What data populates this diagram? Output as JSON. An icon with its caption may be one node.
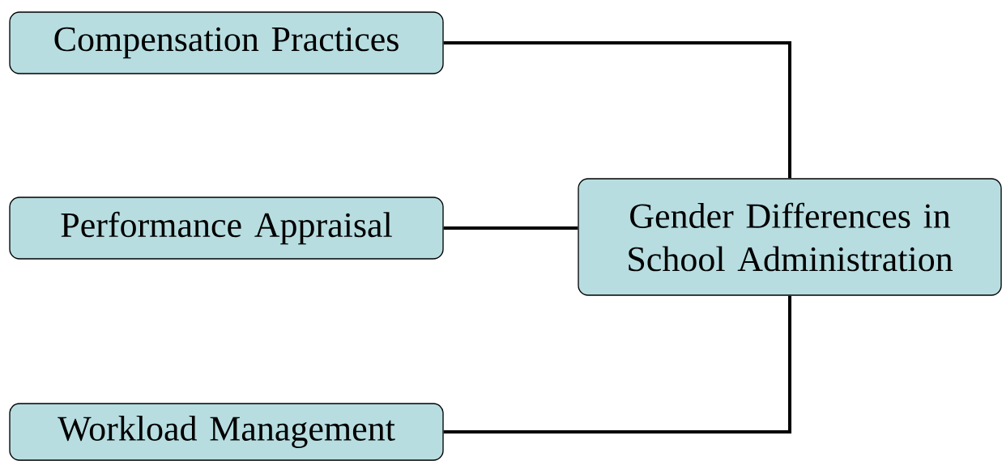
{
  "diagram": {
    "nodes": [
      {
        "text": [
          "Compensation Practices"
        ]
      },
      {
        "text": [
          "Performance Appraisal"
        ]
      },
      {
        "text": [
          "Workload Management"
        ]
      },
      {
        "text": [
          "Gender Differences in School Administration"
        ]
      }
    ],
    "edges": [
      {
        "from": 0,
        "to": 3,
        "arrow": "none"
      },
      {
        "from": 1,
        "to": 3,
        "arrow": "none"
      },
      {
        "from": 2,
        "to": 3,
        "arrow": "none"
      }
    ]
  }
}
